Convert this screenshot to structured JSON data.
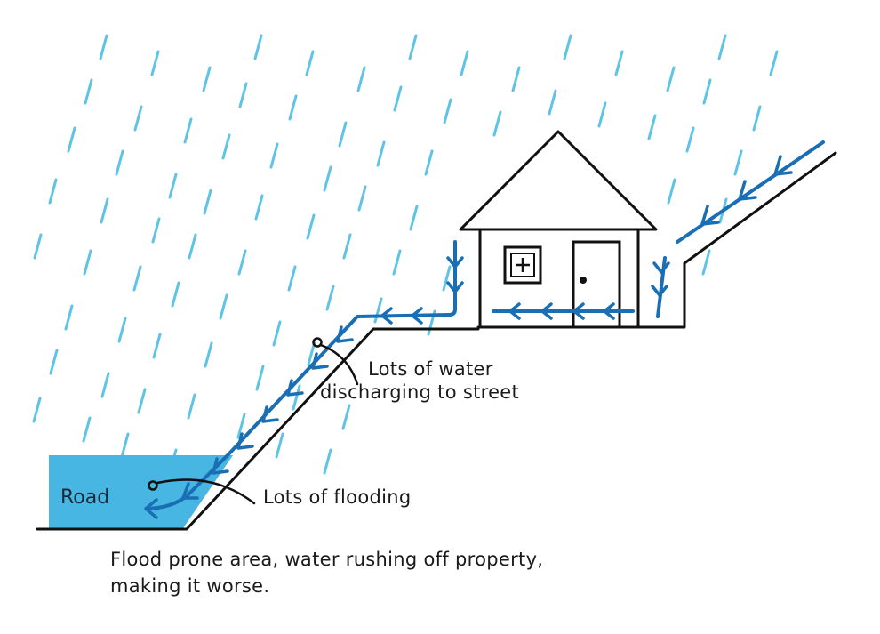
{
  "labels": {
    "road": "Road",
    "water_line1": "Lots of water",
    "water_line2": "discharging to street",
    "flooding": "Lots of flooding",
    "caption_line1": "Flood prone area, water rushing off property,",
    "caption_line2": "making it worse."
  },
  "colors": {
    "rain": "#5fc3e6",
    "flow": "#1a6fb4",
    "road_water": "#47b6e2",
    "ink": "#111111"
  },
  "icons": {
    "window": "window-icon",
    "door": "door-icon",
    "flow_arrow": "flow-arrow-icon"
  }
}
